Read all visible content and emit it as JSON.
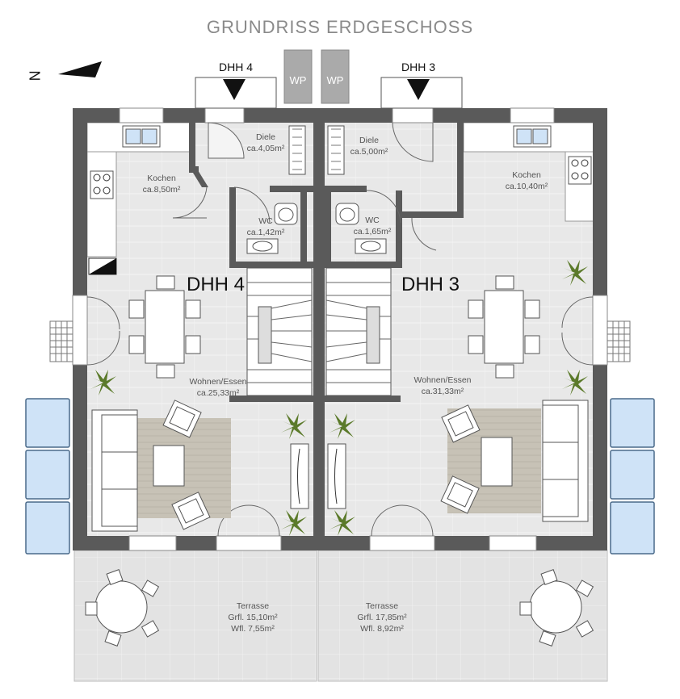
{
  "title": "GRUNDRISS  ERDGESCHOSS",
  "compass": {
    "letter": "N"
  },
  "entrances": {
    "left": "DHH 4",
    "right": "DHH 3"
  },
  "heat_pumps": [
    "WP",
    "WP"
  ],
  "units": {
    "left": "DHH 4",
    "right": "DHH 3"
  },
  "rooms": {
    "kochen_left": {
      "name": "Kochen",
      "area": "ca.8,50m²"
    },
    "diele_left": {
      "name": "Diele",
      "area": "ca.4,05m²"
    },
    "wc_left": {
      "name": "WC",
      "area": "ca.1,42m²"
    },
    "diele_right": {
      "name": "Diele",
      "area": "ca.5,00m²"
    },
    "wc_right": {
      "name": "WC",
      "area": "ca.1,65m²"
    },
    "kochen_right": {
      "name": "Kochen",
      "area": "ca.10,40m²"
    },
    "wohnen_left": {
      "name": "Wohnen/Essen",
      "area": "ca.25,33m²"
    },
    "wohnen_right": {
      "name": "Wohnen/Essen",
      "area": "ca.31,33m²"
    },
    "terrasse_left": {
      "name": "Terrasse",
      "grfl": "Grfl. 15,10m²",
      "wfl": "Wfl. 7,55m²"
    },
    "terrasse_right": {
      "name": "Terrasse",
      "grfl": "Grfl. 17,85m²",
      "wfl": "Wfl. 8,92m²"
    }
  },
  "colors": {
    "wall": "#5a5a5a",
    "floor": "#e6e6e6",
    "glass": "#cfe3f7",
    "plant": "#5b7a2a",
    "rug": "#c9c4b8"
  }
}
